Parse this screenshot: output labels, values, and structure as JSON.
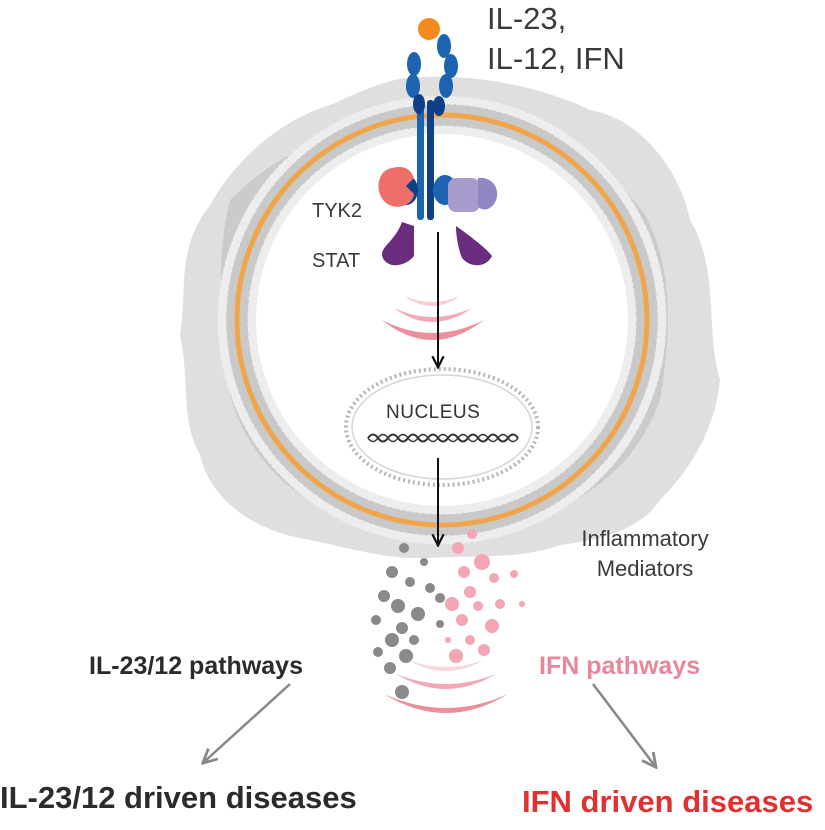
{
  "labels": {
    "ligand_line1": "IL-23,",
    "ligand_line2": "IL-12, IFN",
    "tyk2": "TYK2",
    "stat": "STAT",
    "nucleus": "NUCLEUS",
    "mediators_line1": "Inflammatory",
    "mediators_line2": "Mediators",
    "pathway_left": "IL-23/12 pathways",
    "pathway_right": "IFN pathways",
    "disease_left": "IL-23/12 driven diseases",
    "disease_right": "IFN driven diseases"
  },
  "colors": {
    "dark_text": "#2b2b2b",
    "pathway_right": "#e8879a",
    "disease_right": "#e03030",
    "receptor_blue": "#1e63b0",
    "receptor_dark": "#0f3f86",
    "ligand_orange": "#f28c1e",
    "tyk2_salmon": "#ee6f6a",
    "jak_lavender": "#a99bcc",
    "stat_purple": "#6a2c7c",
    "membrane_orange": "#f0a54a",
    "signal_pink": "#ec8f9c",
    "mediator_gray": "#8a8a8a",
    "mediator_pink": "#f3a6b4"
  }
}
